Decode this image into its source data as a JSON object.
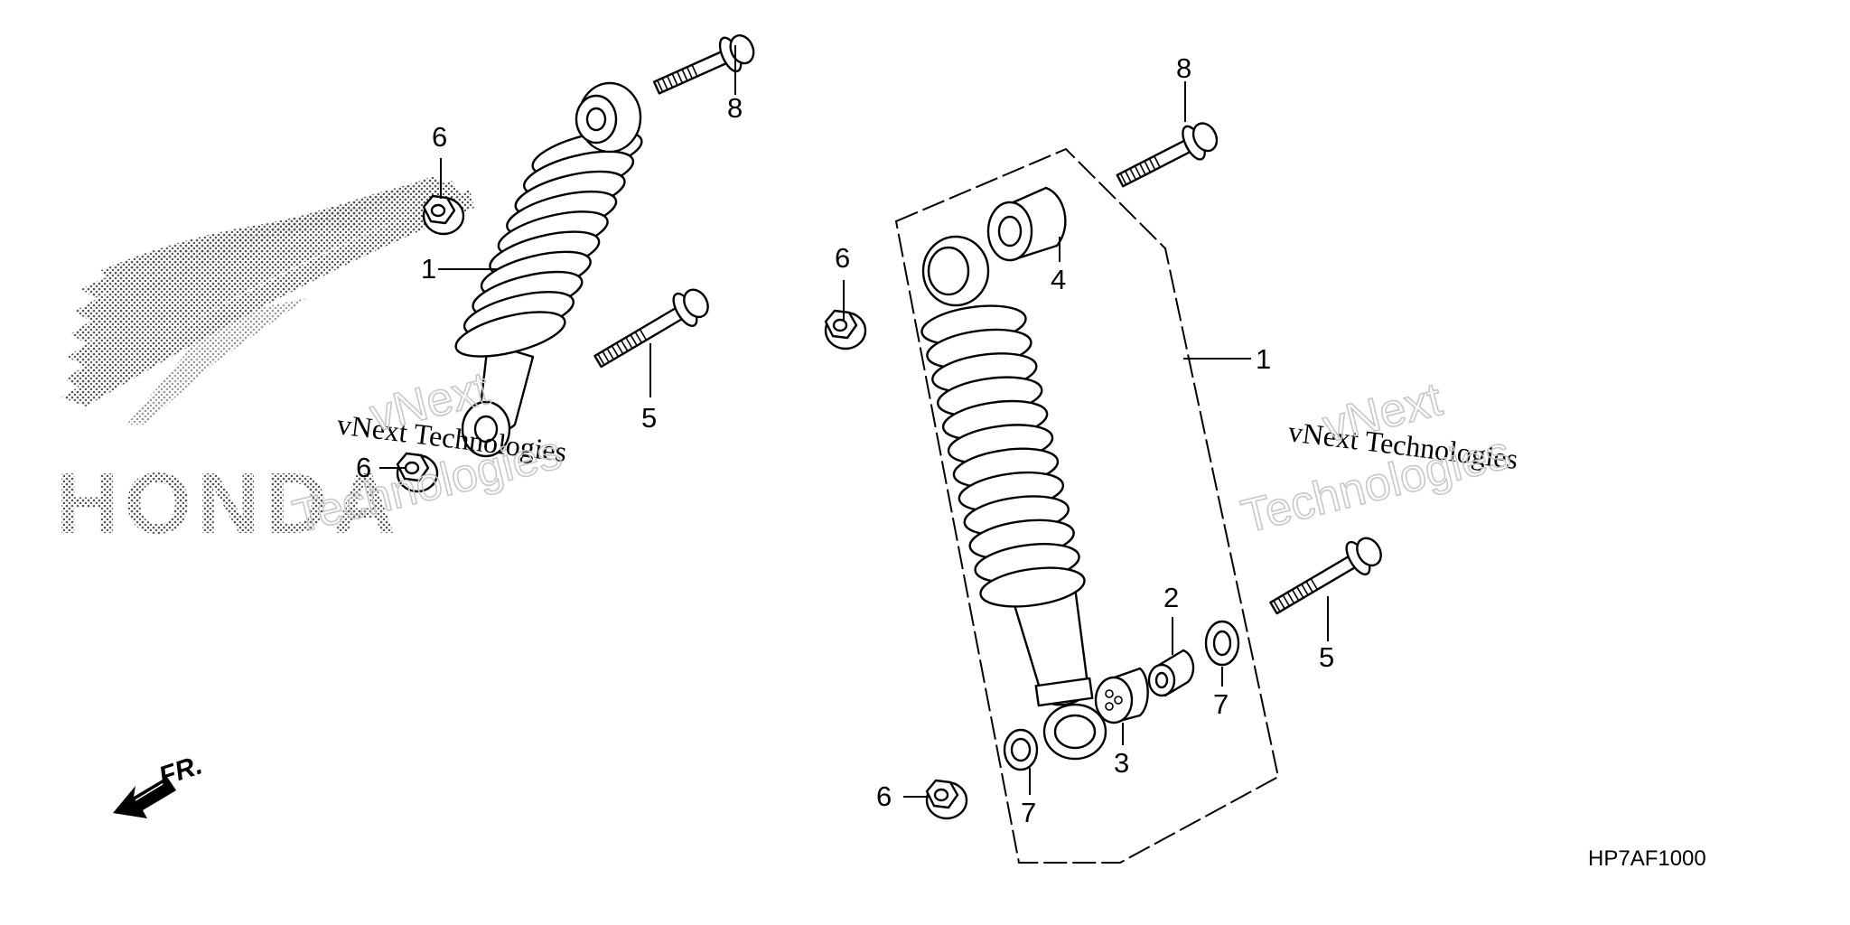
{
  "diagram": {
    "callouts": [
      {
        "id": "c8a",
        "text": "8"
      },
      {
        "id": "c6a",
        "text": "6"
      },
      {
        "id": "c1a",
        "text": "1"
      },
      {
        "id": "c5a",
        "text": "5"
      },
      {
        "id": "c6b",
        "text": "6"
      },
      {
        "id": "c6c",
        "text": "6"
      },
      {
        "id": "c8b",
        "text": "8"
      },
      {
        "id": "c4",
        "text": "4"
      },
      {
        "id": "c1b",
        "text": "1"
      },
      {
        "id": "c2",
        "text": "2"
      },
      {
        "id": "c5b",
        "text": "5"
      },
      {
        "id": "c7a",
        "text": "7"
      },
      {
        "id": "c3",
        "text": "3"
      },
      {
        "id": "c6d",
        "text": "6"
      },
      {
        "id": "c7b",
        "text": "7"
      }
    ],
    "direction_label": "FR.",
    "figure_code": "HP7AF1000",
    "watermark": {
      "line1": "vNext Technologies",
      "outline1": "vNext",
      "outline2": "Technologies"
    },
    "logo_text": "HONDA"
  }
}
